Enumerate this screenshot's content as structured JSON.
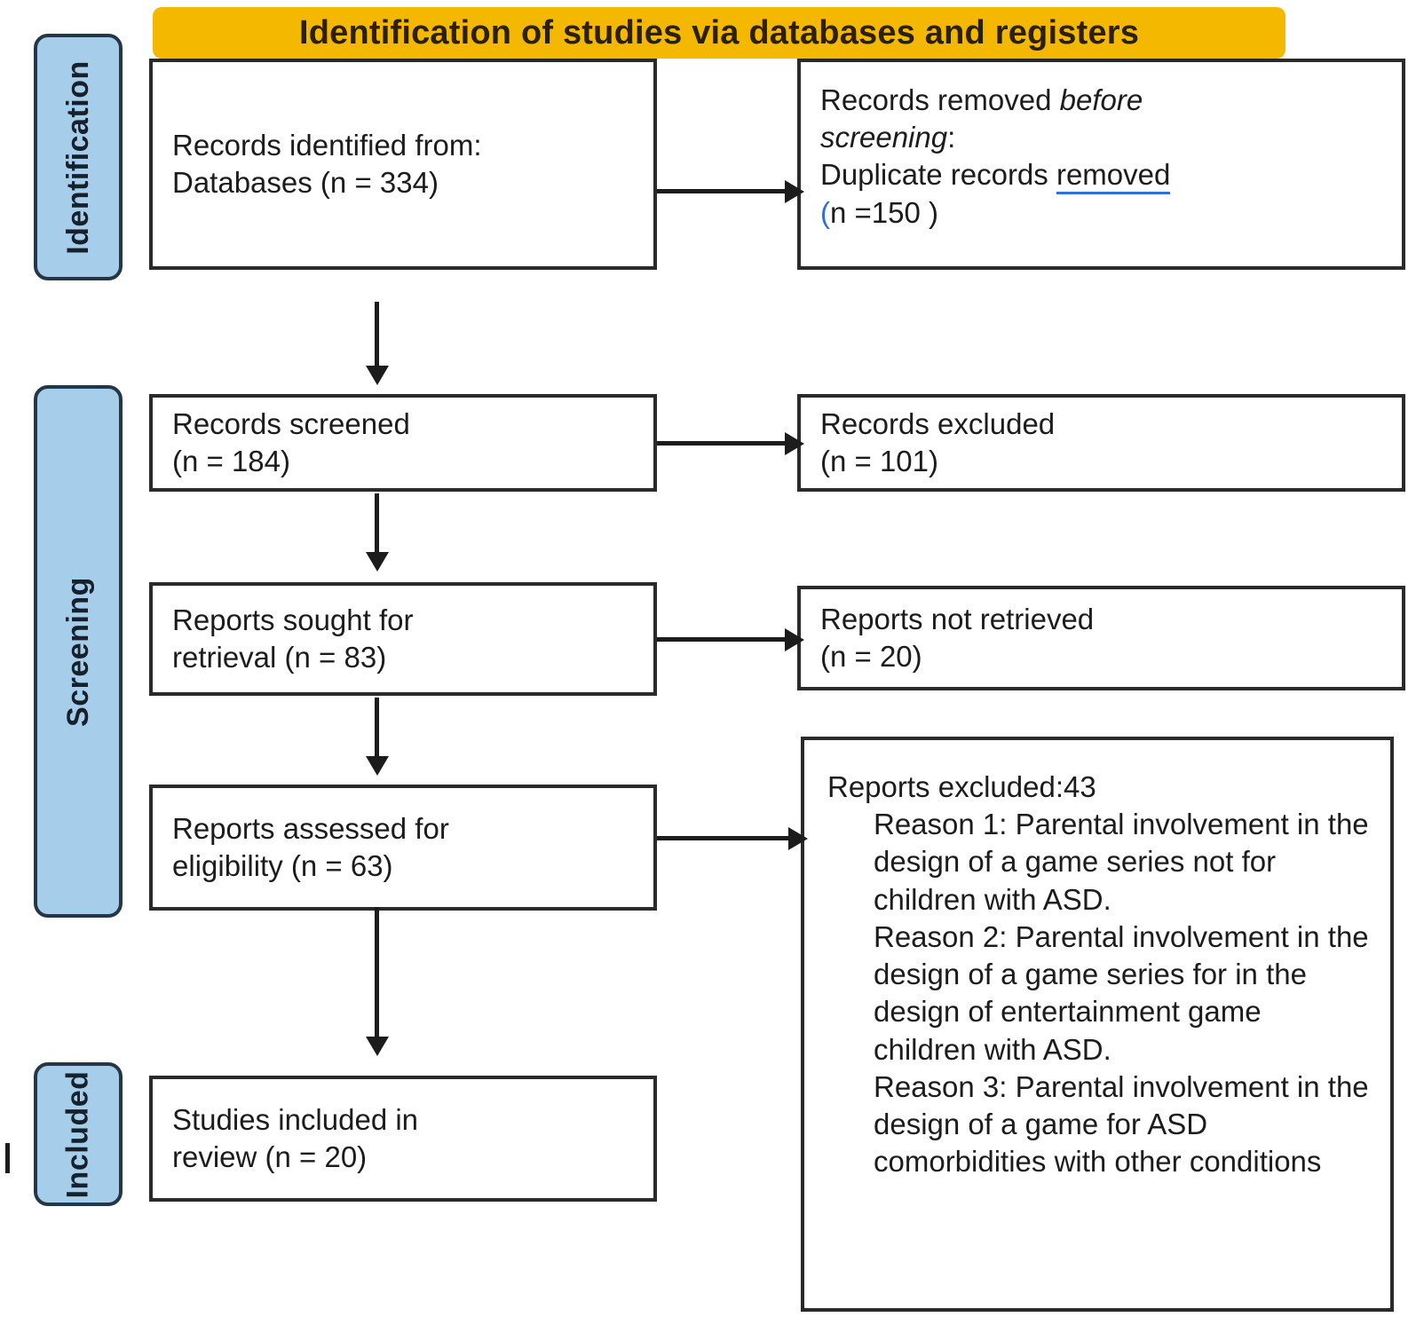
{
  "banner": {
    "title": "Identification of studies via databases and registers"
  },
  "phases": [
    {
      "id": "identification",
      "label": "Identification"
    },
    {
      "id": "screening",
      "label": "Screening"
    },
    {
      "id": "included",
      "label": "Included"
    }
  ],
  "boxes": {
    "records_identified": {
      "line1": "Records identified from:",
      "line2": "Databases (n = 334)"
    },
    "records_removed": {
      "lead": "Records removed ",
      "italic1": "before",
      "italic2": "screening",
      "colon": ":",
      "line3a": "Duplicate records ",
      "line3b": "removed",
      "line4_prefix": "(",
      "line4": "n =150 )"
    },
    "records_screened": {
      "line1": "Records screened",
      "line2": "(n = 184)"
    },
    "records_excluded": {
      "line1": "Records excluded",
      "line2": "(n = 101)"
    },
    "reports_sought": {
      "line1": "Reports sought for",
      "line2": "retrieval (n = 83)"
    },
    "reports_not_retrieved": {
      "line1": "Reports not retrieved",
      "line2": "(n = 20)"
    },
    "reports_assessed": {
      "line1": "Reports assessed for",
      "line2": "eligibility (n = 63)"
    },
    "reports_excluded": {
      "heading": "Reports excluded:43",
      "reason1": "Reason 1: Parental involvement in the design of a game series not for children with ASD.",
      "reason2": "Reason 2: Parental involvement in the design of a game series for in the design of entertainment game children with ASD.",
      "reason3": "Reason 3: Parental involvement in the design of a game for ASD comorbidities with other conditions"
    },
    "studies_included": {
      "line1": "Studies included in",
      "line2": "review (n = 20)"
    }
  },
  "colors": {
    "banner_fill": "#f5b800",
    "phase_fill": "#a6cdea",
    "phase_border": "#253746",
    "box_border": "#2a2a2a",
    "spellcheck_underline": "#2f6fdb"
  }
}
